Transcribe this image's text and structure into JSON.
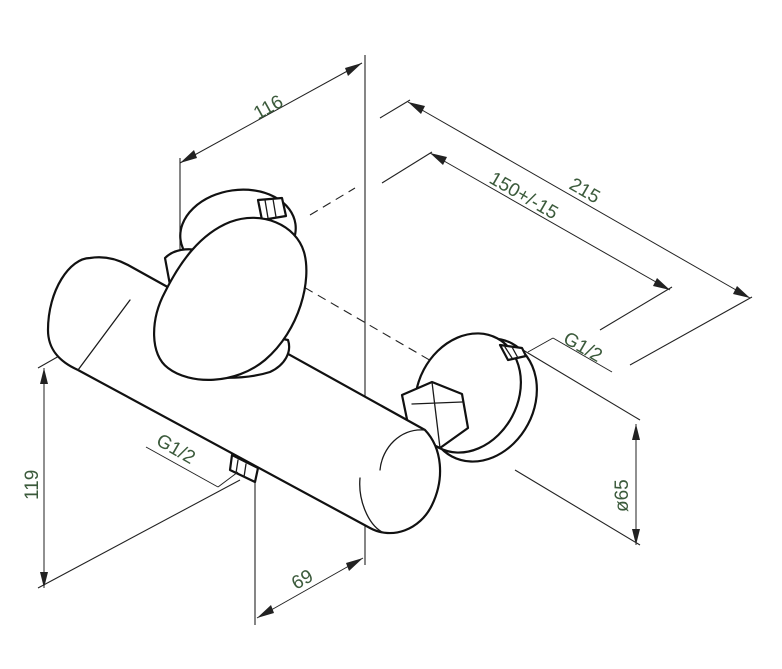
{
  "dimensions": {
    "width_top": "116",
    "overall_length": "215",
    "center_distance": "150+/-15",
    "height": "119",
    "outlet_offset": "69",
    "flange_diameter": "ø65"
  },
  "threads": {
    "inlet": "G1/2",
    "outlet": "G1/2"
  }
}
